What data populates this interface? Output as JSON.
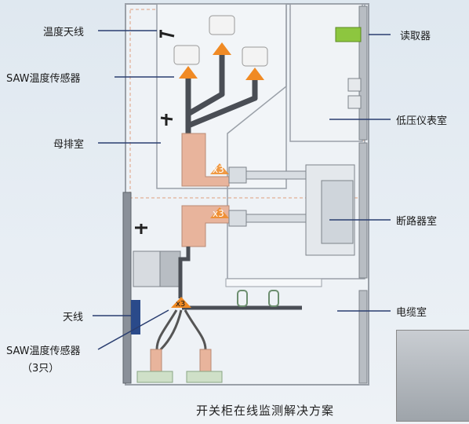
{
  "labels": {
    "temp_antenna": "温度天线",
    "saw_sensor_top": "SAW温度传感器",
    "busbar_room": "母排室",
    "antenna": "天线",
    "saw_sensor_bottom": "SAW温度传感器",
    "saw_sensor_count": "（3只）",
    "reader": "读取器",
    "lv_instrument_room": "低压仪表室",
    "breaker_room": "断路器室",
    "cable_room": "电缆室"
  },
  "markers": {
    "x3_top": "x3",
    "x3_mid": "x3",
    "x3_bottom": "x3"
  },
  "caption": "开关柜在线监测解决方案",
  "colors": {
    "cabinet_line": "#9aa0a8",
    "copper": "#e8b49c",
    "sensor_orange": "#f08a24",
    "reader_green": "#8dc63f",
    "antenna_blue": "#2a4a8a",
    "callout_line": "#2a3e70"
  }
}
